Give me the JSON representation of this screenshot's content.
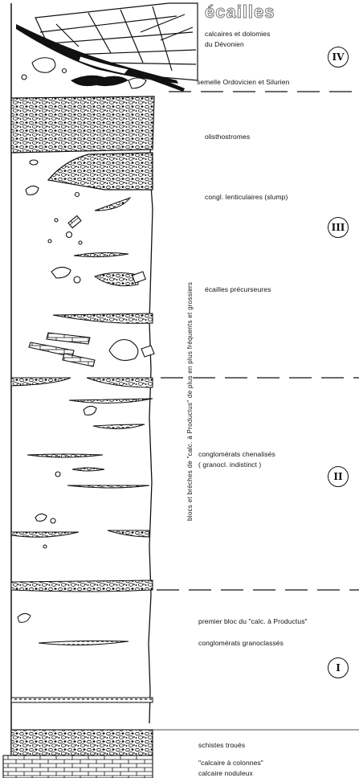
{
  "title": "écailles",
  "labels": {
    "calcaires": "calcaires et dolomies",
    "devonien": "du Dévonien",
    "semelle": "semelle Ordovicien et Silurien",
    "olisthostromes": "olisthostromes",
    "congl_lent": "congl. lenticulaires (slump)",
    "ecailles_prec": "écailles précurseures",
    "congl_chen": "conglomérats chenalisés",
    "granocl": "( granocl. indistinct )",
    "premier_bloc": "premier bloc du \"calc. à Productus\"",
    "congl_grano": "conglomérats granoclassés",
    "schistes": "schistes troués",
    "calc_colonnes": "\"calcaire à colonnes\"",
    "calc_nod": "calcaire noduleux"
  },
  "vertical_note": "blocs et brèches de \"calc. à Productus\" de plus en plus fréquents et grossiers",
  "units": [
    "IV",
    "III",
    "II",
    "I"
  ],
  "colors": {
    "ink": "#111111",
    "title_outline": "#777777"
  }
}
